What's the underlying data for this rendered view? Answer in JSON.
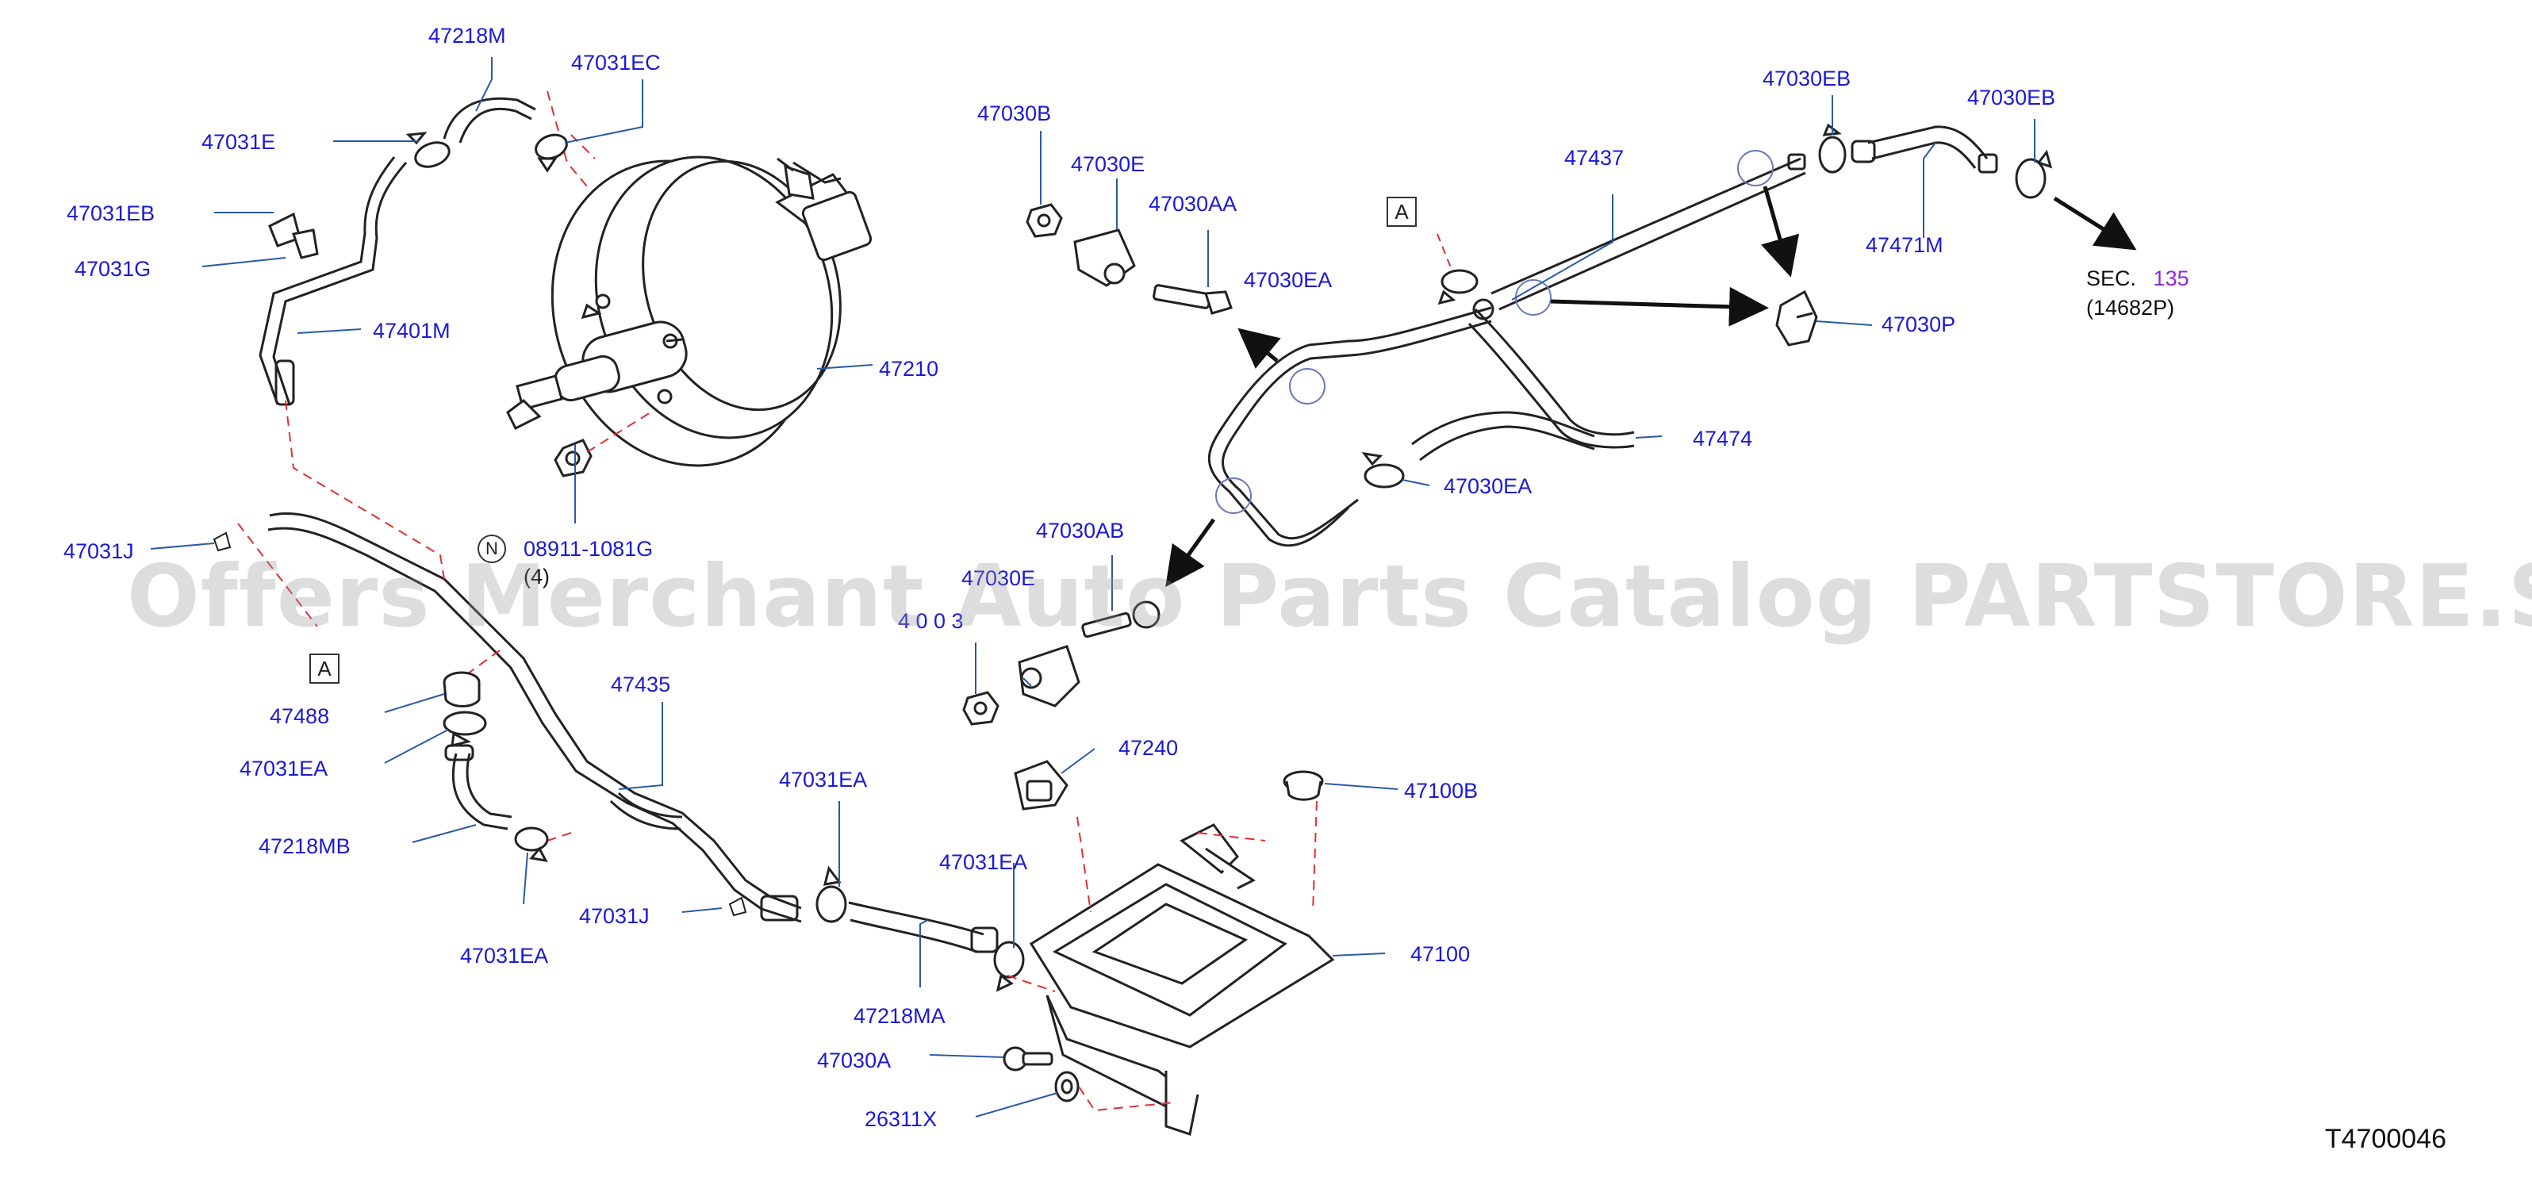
{
  "labels": {
    "p47218M": "47218M",
    "p47031EC": "47031EC",
    "p47031E": "47031E",
    "p47031EB": "47031EB",
    "p47031G": "47031G",
    "p47401M": "47401M",
    "p47210": "47210",
    "p08911": "08911-1081G",
    "p08911_qty": "(4)",
    "p47031J_a": "47031J",
    "p47488": "47488",
    "p47031EA_a": "47031EA",
    "p47218MB": "47218MB",
    "p47031EA_b": "47031EA",
    "p47435": "47435",
    "p47031J_b": "47031J",
    "p47031EA_c": "47031EA",
    "p47031EA_d": "47031EA",
    "p47218MA": "47218MA",
    "p47030A": "47030A",
    "p26311X": "26311X",
    "p47240": "47240",
    "p47100B": "47100B",
    "p47100": "47100",
    "p47030B": "47030B",
    "p47030E_a": "47030E",
    "p47030AA": "47030AA",
    "p47030EA_a": "47030EA",
    "p47437": "47437",
    "p47030EB_a": "47030EB",
    "p47030EB_b": "47030EB",
    "p47471M": "47471M",
    "p47030P": "47030P",
    "p47474": "47474",
    "p47030EA_b": "47030EA",
    "p47030AB": "47030AB",
    "p47030E_b": "47030E",
    "p47030_partial": "4 0 0 3"
  },
  "markers": {
    "view_a_top": "A",
    "view_a_left": "A",
    "note_n": "N"
  },
  "section": {
    "prefix": "SEC.",
    "number": "135",
    "ref": "(14682P)"
  },
  "watermark": "Offers Merchant Auto Parts Catalog PARTSTORE.SA",
  "diagram_code": "T4700046",
  "colors": {
    "label_blue": "#1a1ad6",
    "leader_blue": "#2a5aa8",
    "dash_red": "#e03030",
    "line_dark": "#222222",
    "sec_number_purple": "#8a2be2",
    "watermark_gray": "#969696"
  }
}
